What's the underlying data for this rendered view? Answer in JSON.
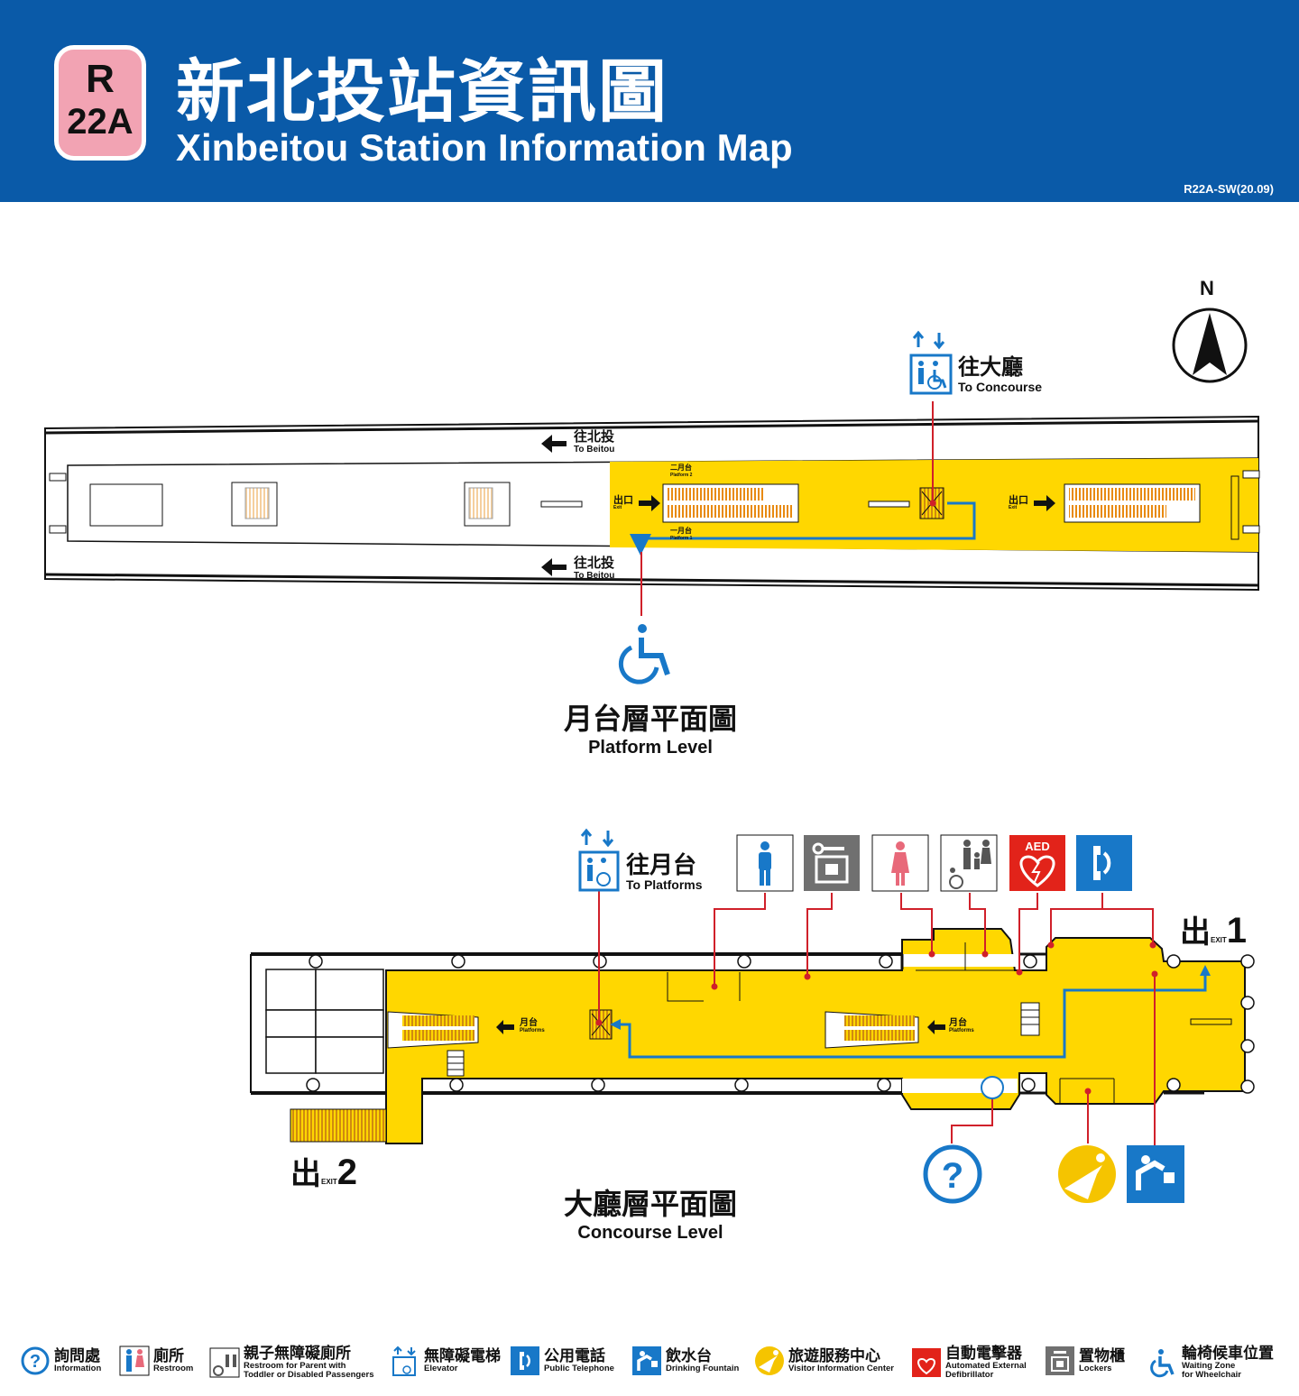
{
  "header": {
    "line_code": "R",
    "station_number": "22A",
    "title_zh": "新北投站資訊圖",
    "title_en": "Xinbeitou Station Information Map",
    "map_code": "R22A-SW(20.09)"
  },
  "compass": {
    "north_label": "N"
  },
  "platform_level": {
    "title_zh": "月台層平面圖",
    "title_en": "Platform Level",
    "to_concourse_zh": "往大廳",
    "to_concourse_en": "To Concourse",
    "to_beitou_zh": "往北投",
    "to_beitou_en": "To Beitou",
    "exit_zh": "出口",
    "exit_en": "Exit",
    "platform2_zh": "二月台",
    "platform2_en": "Platform 2",
    "platform1_zh": "一月台",
    "platform1_en": "Platform 1"
  },
  "concourse_level": {
    "title_zh": "大廳層平面圖",
    "title_en": "Concourse Level",
    "to_platforms_zh": "往月台",
    "to_platforms_en": "To Platforms",
    "platforms_zh": "月台",
    "platforms_en": "Platforms",
    "exit1": "1",
    "exit2": "2",
    "exit_mark_zh": "出",
    "exit_mark_en": "EXIT",
    "aed_text": "AED"
  },
  "legend": [
    {
      "icon": "information-icon",
      "zh": "詢問處",
      "en": "Information"
    },
    {
      "icon": "restroom-icon",
      "zh": "廁所",
      "en": "Restroom"
    },
    {
      "icon": "family-restroom-icon",
      "zh": "親子無障礙廁所",
      "en": "Restroom for Parent with",
      "en2": "Toddler or Disabled Passengers"
    },
    {
      "icon": "elevator-icon",
      "zh": "無障礙電梯",
      "en": "Elevator"
    },
    {
      "icon": "telephone-icon",
      "zh": "公用電話",
      "en": "Public Telephone"
    },
    {
      "icon": "drinking-fountain-icon",
      "zh": "飲水台",
      "en": "Drinking Fountain"
    },
    {
      "icon": "visitor-center-icon",
      "zh": "旅遊服務中心",
      "en": "Visitor Information Center"
    },
    {
      "icon": "aed-icon",
      "zh": "自動電擊器",
      "en": "Automated External",
      "en2": "Defibrillator"
    },
    {
      "icon": "lockers-icon",
      "zh": "置物櫃",
      "en": "Lockers"
    },
    {
      "icon": "wheelchair-icon",
      "zh": "輪椅候車位置",
      "en": "Waiting Zone",
      "en2": "for Wheelchair"
    }
  ],
  "colors": {
    "header_blue": "#0a5aa8",
    "badge_pink": "#f2a3b3",
    "paid_area_yellow": "#ffd700",
    "route_blue": "#1878c8",
    "leader_red": "#d0202a",
    "escalator_orange": "#e88a10"
  }
}
